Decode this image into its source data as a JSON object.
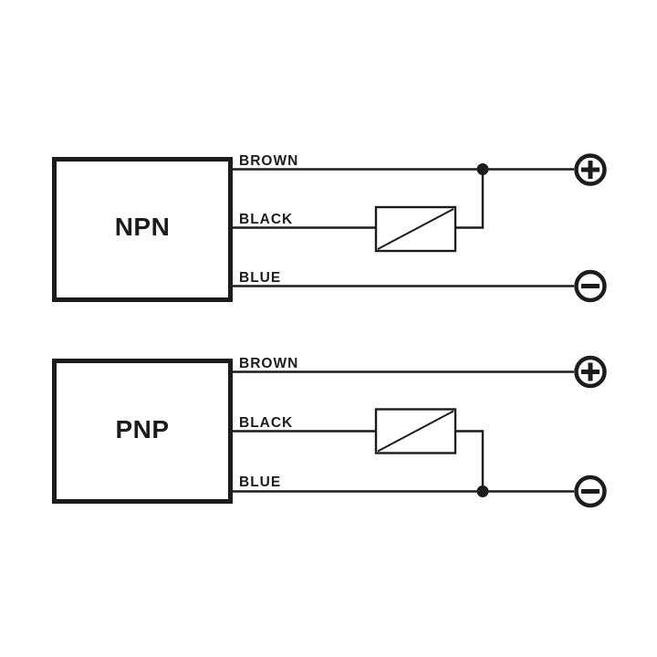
{
  "diagram": {
    "type": "wiring-diagram",
    "background_color": "#ffffff",
    "line_color": "#1c1c1c",
    "circuits": [
      {
        "box_label": "NPN",
        "wires": [
          {
            "label": "BROWN",
            "terminal": "plus"
          },
          {
            "label": "BLACK",
            "connects_to": "load"
          },
          {
            "label": "BLUE",
            "terminal": "minus"
          }
        ],
        "load_symbol": "rectangle-with-diagonal",
        "junction": "load-to-brown-wire"
      },
      {
        "box_label": "PNP",
        "wires": [
          {
            "label": "BROWN",
            "terminal": "plus"
          },
          {
            "label": "BLACK",
            "connects_to": "load"
          },
          {
            "label": "BLUE",
            "terminal": "minus"
          }
        ],
        "load_symbol": "rectangle-with-diagonal",
        "junction": "load-to-blue-wire"
      }
    ],
    "terminal_symbols": {
      "plus": "+",
      "minus": "−"
    }
  }
}
